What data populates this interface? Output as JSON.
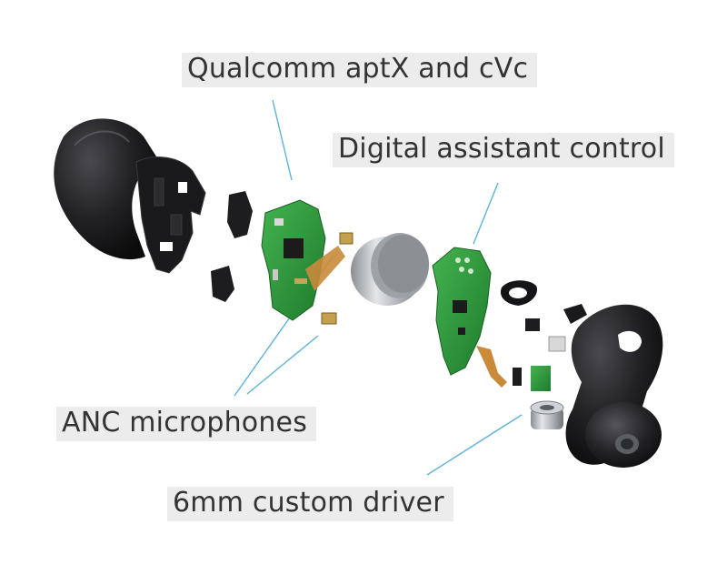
{
  "labels": {
    "qualcomm": "Qualcomm aptX and cVc",
    "digital_assistant": "Digital assistant control",
    "anc_microphones": "ANC microphones",
    "driver": "6mm custom driver"
  },
  "colors": {
    "label_background": "#ececec",
    "label_text": "#333333",
    "leader_line": "#5fb2d8",
    "shell": "#1c1c1e",
    "pcb": "#2e9a3c",
    "metal": "#b8bcc0"
  }
}
